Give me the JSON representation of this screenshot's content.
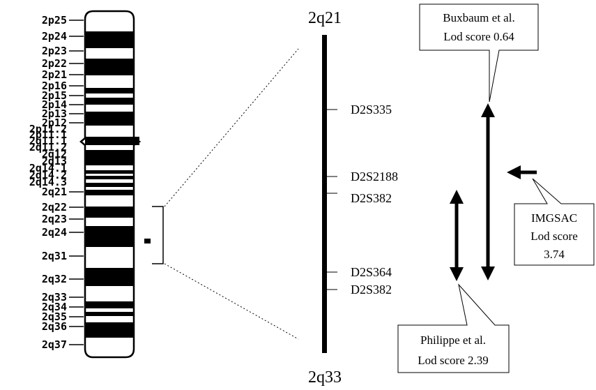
{
  "ideogram": {
    "band_labels": [
      "2p25",
      "2p24",
      "2p23",
      "2p22",
      "2p21",
      "2p16",
      "2p15",
      "2p14",
      "2p13",
      "2p12",
      "2p11.2",
      "2p11.1",
      "2q11.1",
      "2q11.2",
      "2q12",
      "2q13",
      "2q14.1",
      "2q14.2",
      "2q14.3",
      "2q21",
      "2q22",
      "2q23",
      "2q24",
      "2q31",
      "2q32",
      "2q33",
      "2q34",
      "2q35",
      "2q36",
      "2q37"
    ]
  },
  "region": {
    "top_label": "2q21",
    "bottom_label": "2q33",
    "markers": [
      "D2S335",
      "D2S2188",
      "D2S382",
      "D2S364",
      "D2S382"
    ]
  },
  "callouts": {
    "buxbaum": {
      "line1": "Buxbaum et al.",
      "line2": "Lod score 0.64"
    },
    "imgsac": {
      "line1": "IMGSAC",
      "line2": "Lod score",
      "line3": "3.74"
    },
    "philippe": {
      "line1": "Philippe et al.",
      "line2": "Lod score 2.39"
    }
  }
}
